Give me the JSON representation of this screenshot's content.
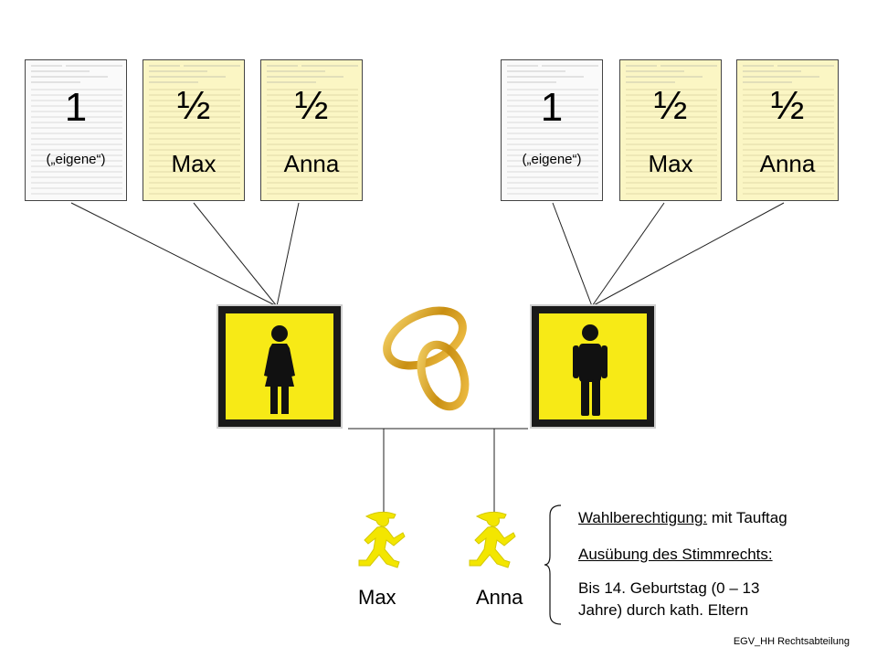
{
  "ballots": [
    {
      "number": "1",
      "label": "(„eigene“)",
      "style": "white"
    },
    {
      "number": "½",
      "label": "Max",
      "style": "yellow"
    },
    {
      "number": "½",
      "label": "Anna",
      "style": "yellow"
    },
    {
      "number": "1",
      "label": "(„eigene“)",
      "style": "white"
    },
    {
      "number": "½",
      "label": "Max",
      "style": "yellow"
    },
    {
      "number": "½",
      "label": "Anna",
      "style": "yellow"
    }
  ],
  "parents": {
    "mother_icon": "woman-sign-icon",
    "father_icon": "man-sign-icon",
    "rings_icon": "wedding-rings-icon"
  },
  "children": [
    {
      "name": "Max",
      "icon": "ampelmann-icon"
    },
    {
      "name": "Anna",
      "icon": "ampelmann-icon"
    }
  ],
  "info": {
    "eligibility_label": "Wahlberechtigung:",
    "eligibility_value": " mit Tauftag",
    "exercise_label": "Ausübung des Stimmrechts:",
    "exercise_text_line1": "Bis 14. Geburtstag (0 – 13",
    "exercise_text_line2": "Jahre) durch kath. Eltern"
  },
  "footer": "EGV_HH Rechtsabteilung",
  "colors": {
    "sign_yellow": "#f7ea16",
    "ballot_yellow": "#fbf6c4",
    "ring_gold": "#d9a520"
  }
}
